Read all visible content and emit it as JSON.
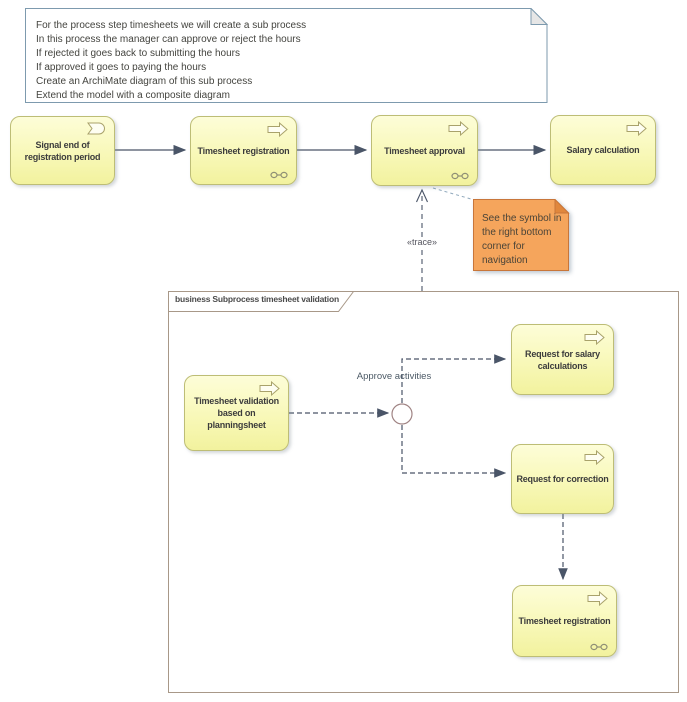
{
  "diagram": {
    "note": {
      "lines": [
        "For the process step timesheets we will create a sub process",
        "In this process the manager can approve or reject the hours",
        "If rejected it goes back to submitting the hours",
        "If approved it goes to paying the hours",
        "Create an ArchiMate diagram of this sub process",
        "Extend the model with a composite diagram"
      ]
    },
    "process_row": {
      "signal_end": "Signal end of registration period",
      "timesheet_registration": "Timesheet registration",
      "timesheet_approval": "Timesheet approval",
      "salary_calculation": "Salary calculation"
    },
    "orange_note": {
      "lines": [
        "See the symbol in",
        "the right bottom",
        "corner for navigation"
      ]
    },
    "trace_label": "«trace»",
    "frame_title": "business Subprocess timesheet validation",
    "subprocess": {
      "timesheet_validation": "Timesheet validation based on planningsheet",
      "junction_label": "Approve activities",
      "request_salary": "Request for salary calculations",
      "request_correction": "Request for correction",
      "timesheet_registration": "Timesheet registration"
    },
    "colors": {
      "element_fill_top": "#FDFDD8",
      "element_fill_bottom": "#F2F29E",
      "element_border": "#BDBD76",
      "icon_stroke": "#A9A26B",
      "connector": "#4A5568",
      "note_border": "#7D9AAE",
      "note_fold_fill": "#E6E6E6",
      "orange_note_fill": "#F5A55C",
      "orange_note_fold": "#E0873C",
      "orange_note_border": "#C8763A",
      "frame_border": "#A89888",
      "junction_border": "#A08484"
    }
  }
}
